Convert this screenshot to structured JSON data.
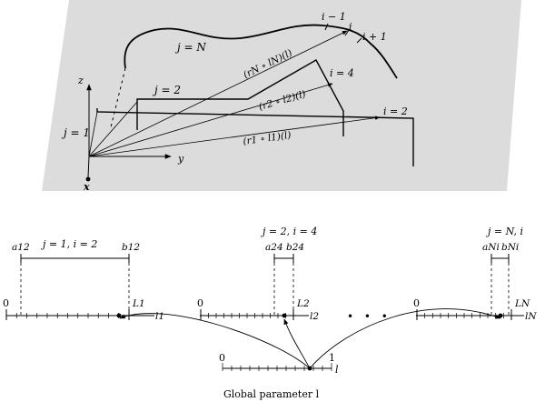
{
  "top_panel": {
    "axes": {
      "z": "z",
      "y": "y",
      "x": "x"
    },
    "curve_labels": {
      "j1": "j = 1",
      "j2": "j = 2",
      "jN": "j = N"
    },
    "segment_labels": {
      "i_minus_1": "i − 1",
      "i": "i",
      "i_plus_1": "i + 1",
      "i4": "i = 4",
      "i2": "i = 2"
    },
    "composition_labels": {
      "rN": "(rN ∘ lN)(l)",
      "r2": "(r2 ∘ l2)(l)",
      "r1": "(r1 ∘ l1)(l)"
    }
  },
  "bottom_panel": {
    "groups": [
      {
        "header": "j = 1, i = 2",
        "a": "a12",
        "b": "b12",
        "zero": "0",
        "L": "L1",
        "l": "l1"
      },
      {
        "header": "j = 2, i = 4",
        "a": "a24",
        "b": "b24",
        "zero": "0",
        "L": "L2",
        "l": "l2"
      },
      {
        "header": "j = N, i",
        "a": "aNi",
        "b": "bNi",
        "zero": "0",
        "L": "LN",
        "l": "lN"
      }
    ],
    "ellipsis": "• • •",
    "global_axis": {
      "zero": "0",
      "one": "1",
      "l": "l"
    },
    "caption": "Global parameter l"
  },
  "colors": {
    "plane": "#dcdcdc",
    "ink": "#000000"
  }
}
